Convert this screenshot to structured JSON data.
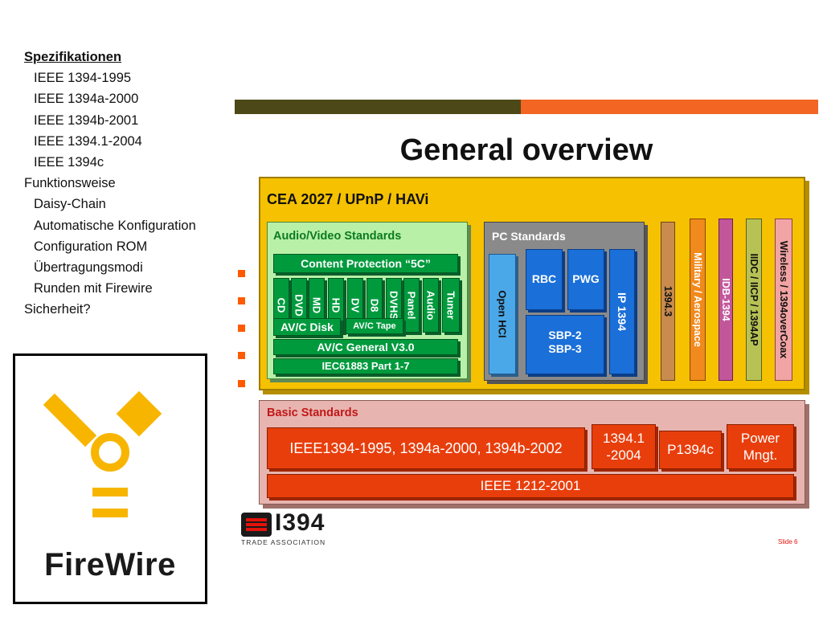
{
  "spec_list": {
    "heading": "Spezifikationen",
    "versions": [
      "IEEE 1394-1995",
      "IEEE 1394a-2000",
      "IEEE 1394b-2001",
      "IEEE 1394.1-2004",
      "IEEE 1394c"
    ],
    "function_heading": "Funktionsweise",
    "functions": [
      "Daisy-Chain",
      "Automatische Konfiguration",
      "Configuration ROM",
      "Übertragungsmodi",
      "Runden mit Firewire"
    ],
    "security": "Sicherheit?"
  },
  "logo": {
    "text": "FireWire",
    "icon": "firewire-logo-icon",
    "color": "#f7b500"
  },
  "slide": {
    "title": "General overview",
    "top_bar_colors": [
      "#4d4817",
      "#f26522"
    ],
    "cea": {
      "label": "CEA 2027 / UPnP / HAVi",
      "color": "#f5c100"
    },
    "av": {
      "label": "Audio/Video Standards",
      "content_protection": "Content Protection “5C”",
      "formats": [
        "CD",
        "DVD",
        "MD",
        "HD",
        "DV",
        "D8",
        "DVHS",
        "Panel",
        "Audio",
        "Tuner"
      ],
      "disk": "AV/C Disk",
      "tape": "AV/C Tape",
      "general": "AV/C General V3.0",
      "iec": "IEC61883 Part 1-7"
    },
    "pc": {
      "label": "PC Standards",
      "open_hci": "Open HCI",
      "rbc": "RBC",
      "pwg": "PWG",
      "sbp_2": "SBP-2",
      "sbp_3": "SBP-3",
      "ip1394": "IP 1394"
    },
    "verticals": [
      {
        "label": "1394.3",
        "color": "#c98b4e"
      },
      {
        "label": "Military / Aerospace",
        "color": "#f08a1c"
      },
      {
        "label": "IDB-1394",
        "color": "#c2569a"
      },
      {
        "label": "IIDC / IICP / 1394AP",
        "color": "#b8c254"
      },
      {
        "label": "Wireless / 1394overCoax",
        "color": "#f2a3a3"
      }
    ],
    "basic": {
      "label": "Basic Standards",
      "main": "IEEE1394-1995, 1394a-2000, 1394b-2002",
      "r1394_1a": "1394.1",
      "r1394_1b": "-2004",
      "p1394c": "P1394c",
      "power_a": "Power",
      "power_b": "Mngt.",
      "ieee1212": "IEEE 1212-2001"
    },
    "trade_logo_text": "I394",
    "trade_association": "TRADE ASSOCIATION",
    "slide_number": "Slide 6"
  }
}
